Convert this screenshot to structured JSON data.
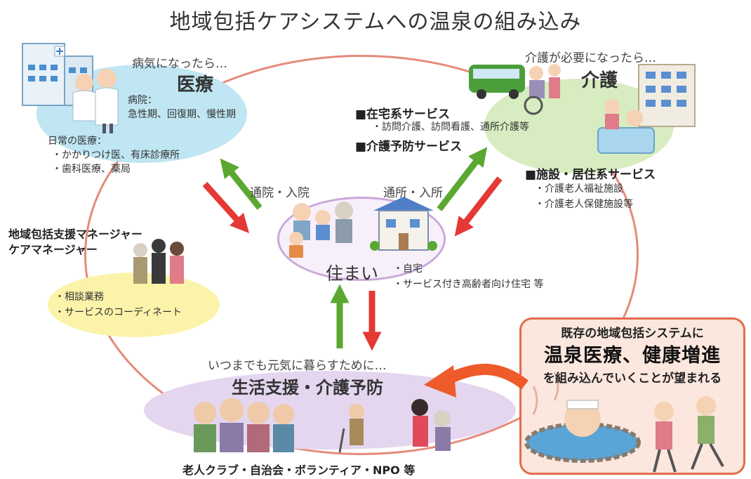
{
  "title": "地域包括ケアシステムへの温泉の組み込み",
  "medical": {
    "lead": "病気になったら…",
    "heading": "医療",
    "hospital_label": "病院：",
    "hospital_detail": "急性期、回復期、慢性期",
    "daily_label": "日常の医療：",
    "daily_items": [
      "・かかりつけ医、有床診療所",
      "・歯科医療、薬局"
    ]
  },
  "care": {
    "lead": "介護が必要になったら…",
    "heading": "介護",
    "home_service_title": "■在宅系サービス",
    "home_service_items": "・訪問介護、訪問看護、通所介護等",
    "prevention_title": "■介護予防サービス",
    "facility_title": "■施設・居住系サービス",
    "facility_items": [
      "・介護老人福祉施設",
      "・介護老人保健施設等"
    ]
  },
  "home": {
    "heading": "住まい",
    "items": [
      "・自宅",
      "・サービス付き高齢者向け住宅 等"
    ],
    "arrow_medical_label": "通院・入院",
    "arrow_care_label": "通所・入所"
  },
  "manager": {
    "title_lines": [
      "地域包括支援マネージャー",
      "ケアマネージャー"
    ],
    "items": [
      "・相談業務",
      "・サービスのコーディネート"
    ]
  },
  "life": {
    "lead": "いつまでも元気に暮らすために…",
    "heading": "生活支援・介護予防",
    "footer": "老人クラブ・自治会・ボランティア・NPO 等"
  },
  "onsen": {
    "lead": "既存の地域包括システムに",
    "main": "温泉医療、健康増進",
    "tail": "を組み込んでいくことが望まれる"
  },
  "colors": {
    "arrow_green": "#5aa832",
    "arrow_red": "#e53935",
    "arrow_orange": "#ef5a2a",
    "ring": "#e58b7a"
  }
}
